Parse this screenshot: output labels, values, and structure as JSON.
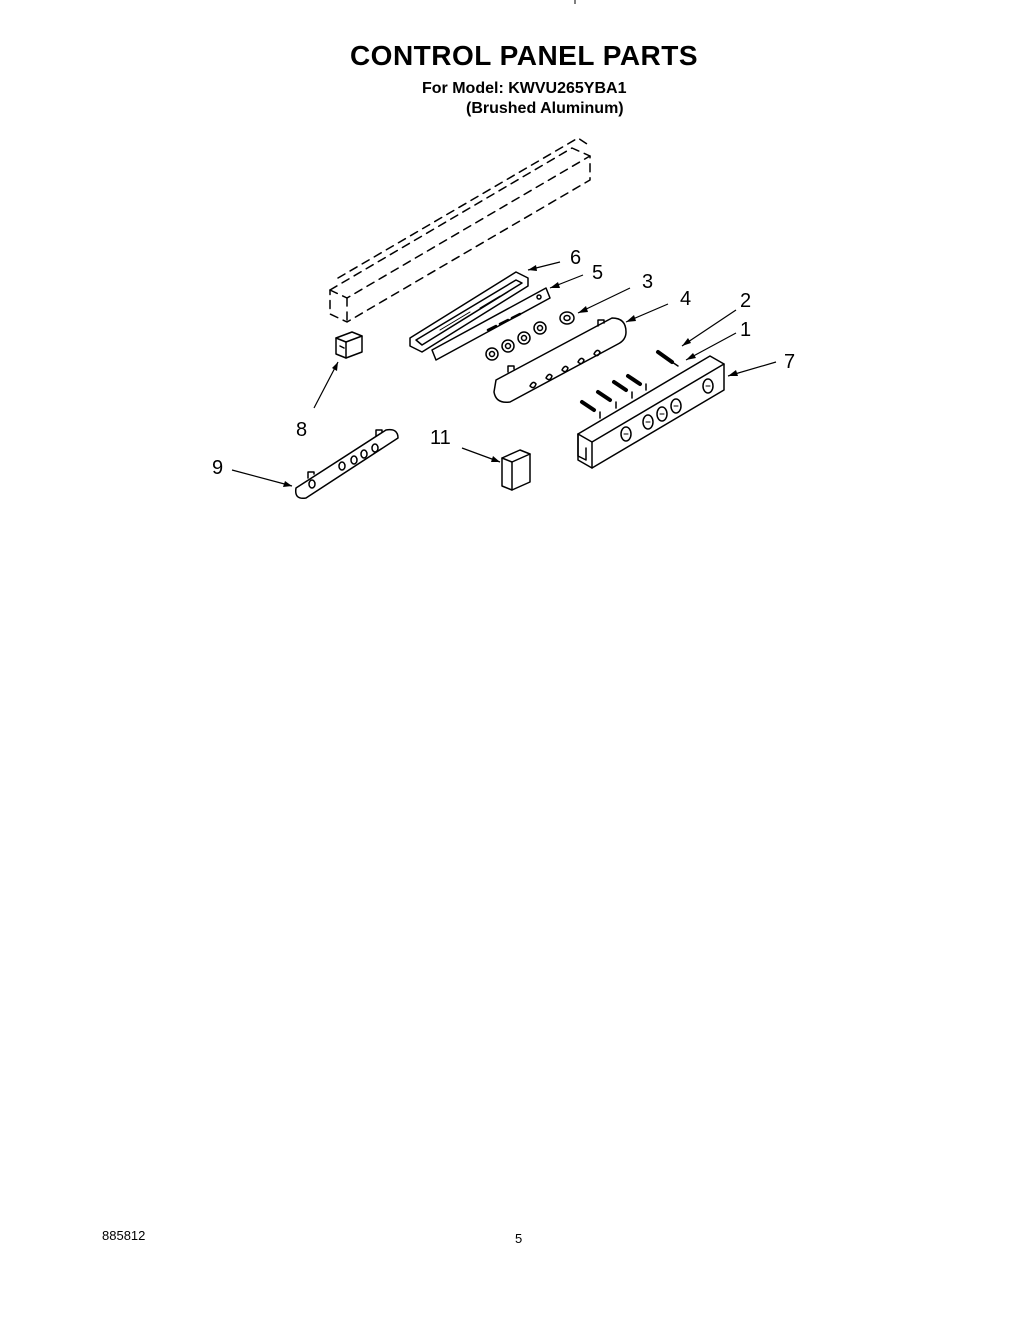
{
  "header": {
    "title": "CONTROL PANEL PARTS",
    "model_line": "For Model: KWVU265YBA1",
    "finish_line": "(Brushed Aluminum)"
  },
  "callouts": [
    "6",
    "5",
    "3",
    "4",
    "2",
    "1",
    "7",
    "8",
    "11",
    "9"
  ],
  "footer": {
    "doc_number": "885812",
    "page_number": "5"
  }
}
